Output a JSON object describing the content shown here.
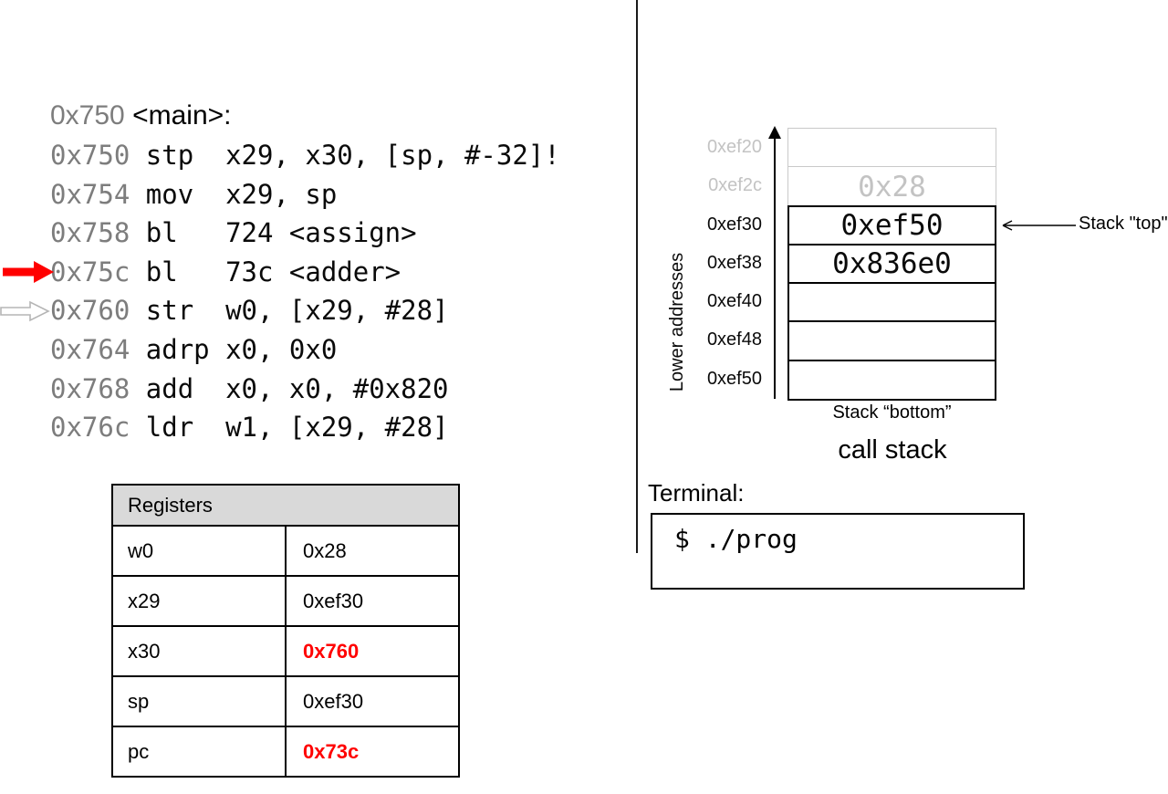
{
  "assembly": {
    "header": {
      "address": "0x750",
      "label": "<main>:"
    },
    "lines": [
      {
        "address": "0x750",
        "code": "stp  x29, x30, [sp, #-32]!",
        "marker": ""
      },
      {
        "address": "0x754",
        "code": "mov  x29, sp",
        "marker": ""
      },
      {
        "address": "0x758",
        "code": "bl   724 <assign>",
        "marker": ""
      },
      {
        "address": "0x75c",
        "code": "bl   73c <adder>",
        "marker": "red-arrow"
      },
      {
        "address": "0x760",
        "code": "str  w0, [x29, #28]",
        "marker": "white-arrow"
      },
      {
        "address": "0x764",
        "code": "adrp x0, 0x0",
        "marker": ""
      },
      {
        "address": "0x768",
        "code": "add  x0, x0, #0x820",
        "marker": ""
      },
      {
        "address": "0x76c",
        "code": "ldr  w1, [x29, #28]",
        "marker": ""
      }
    ]
  },
  "stack": {
    "axis_label": "Lower addresses",
    "top_pointer_label": "Stack \"top\"",
    "bottom_label": "Stack “bottom”",
    "caption": "call stack",
    "rows": [
      {
        "address": "0xef20",
        "value": "",
        "dimmed": true
      },
      {
        "address": "0xef2c",
        "value": "0x28",
        "dimmed": true
      },
      {
        "address": "0xef30",
        "value": "0xef50",
        "dimmed": false,
        "pointer": "top"
      },
      {
        "address": "0xef38",
        "value": "0x836e0",
        "dimmed": false
      },
      {
        "address": "0xef40",
        "value": "",
        "dimmed": false
      },
      {
        "address": "0xef48",
        "value": "",
        "dimmed": false
      },
      {
        "address": "0xef50",
        "value": "",
        "dimmed": false
      }
    ]
  },
  "terminal": {
    "label": "Terminal:",
    "content": "$ ./prog"
  },
  "registers": {
    "title": "Registers",
    "rows": [
      {
        "name": "w0",
        "value": "0x28",
        "highlight": false
      },
      {
        "name": "x29",
        "value": "0xef30",
        "highlight": false
      },
      {
        "name": "x30",
        "value": "0x760",
        "highlight": true
      },
      {
        "name": "sp",
        "value": "0xef30",
        "highlight": false
      },
      {
        "name": "pc",
        "value": "0x73c",
        "highlight": true
      }
    ]
  },
  "colors": {
    "accent_red": "#ff0000",
    "address_gray": "#7d7d7d",
    "dim_gray": "#c3c3c3",
    "table_header_bg": "#d9d9d9"
  }
}
